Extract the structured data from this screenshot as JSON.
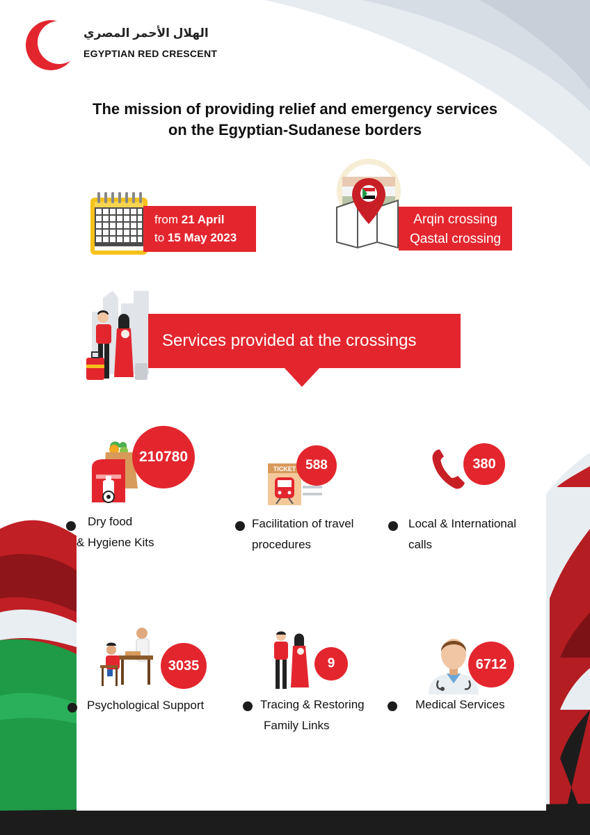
{
  "header": {
    "logo_arabic": "الهلال الأحمر المصري",
    "logo_english": "EGYPTIAN RED CRESCENT"
  },
  "title": {
    "line1": "The mission of providing relief and emergency services",
    "line2": "on the Egyptian-Sudanese borders"
  },
  "period": {
    "line1_prefix": "from",
    "line1_value": "21 April",
    "line2_prefix": "to",
    "line2_value": "15 May 2023"
  },
  "crossings": {
    "line1": "Arqin crossing",
    "line2": "Qastal crossing"
  },
  "services_heading": "Services provided at the crossings",
  "ticket_text": "TICKET",
  "services": [
    {
      "value": "210780",
      "label_line1": "Dry food",
      "label_line2": "& Hygiene Kits",
      "icon": "food-bag-icon"
    },
    {
      "value": "588",
      "label_line1": "Facilitation of travel",
      "label_line2": "procedures",
      "icon": "train-ticket-icon"
    },
    {
      "value": "380",
      "label_line1": "Local & International",
      "label_line2": "calls",
      "icon": "phone-icon"
    },
    {
      "value": "3035",
      "label_line1": "Psychological Support",
      "label_line2": "",
      "icon": "counseling-icon"
    },
    {
      "value": "9",
      "label_line1": "Tracing & Restoring",
      "label_line2": "Family Links",
      "icon": "family-icon"
    },
    {
      "value": "6712",
      "label_line1": "Medical Services",
      "label_line2": "",
      "icon": "doctor-icon"
    }
  ],
  "colors": {
    "brand_red": "#e3262e",
    "dark_red": "#a51b1f",
    "green": "#1f9a47",
    "black": "#1c1c1c"
  }
}
